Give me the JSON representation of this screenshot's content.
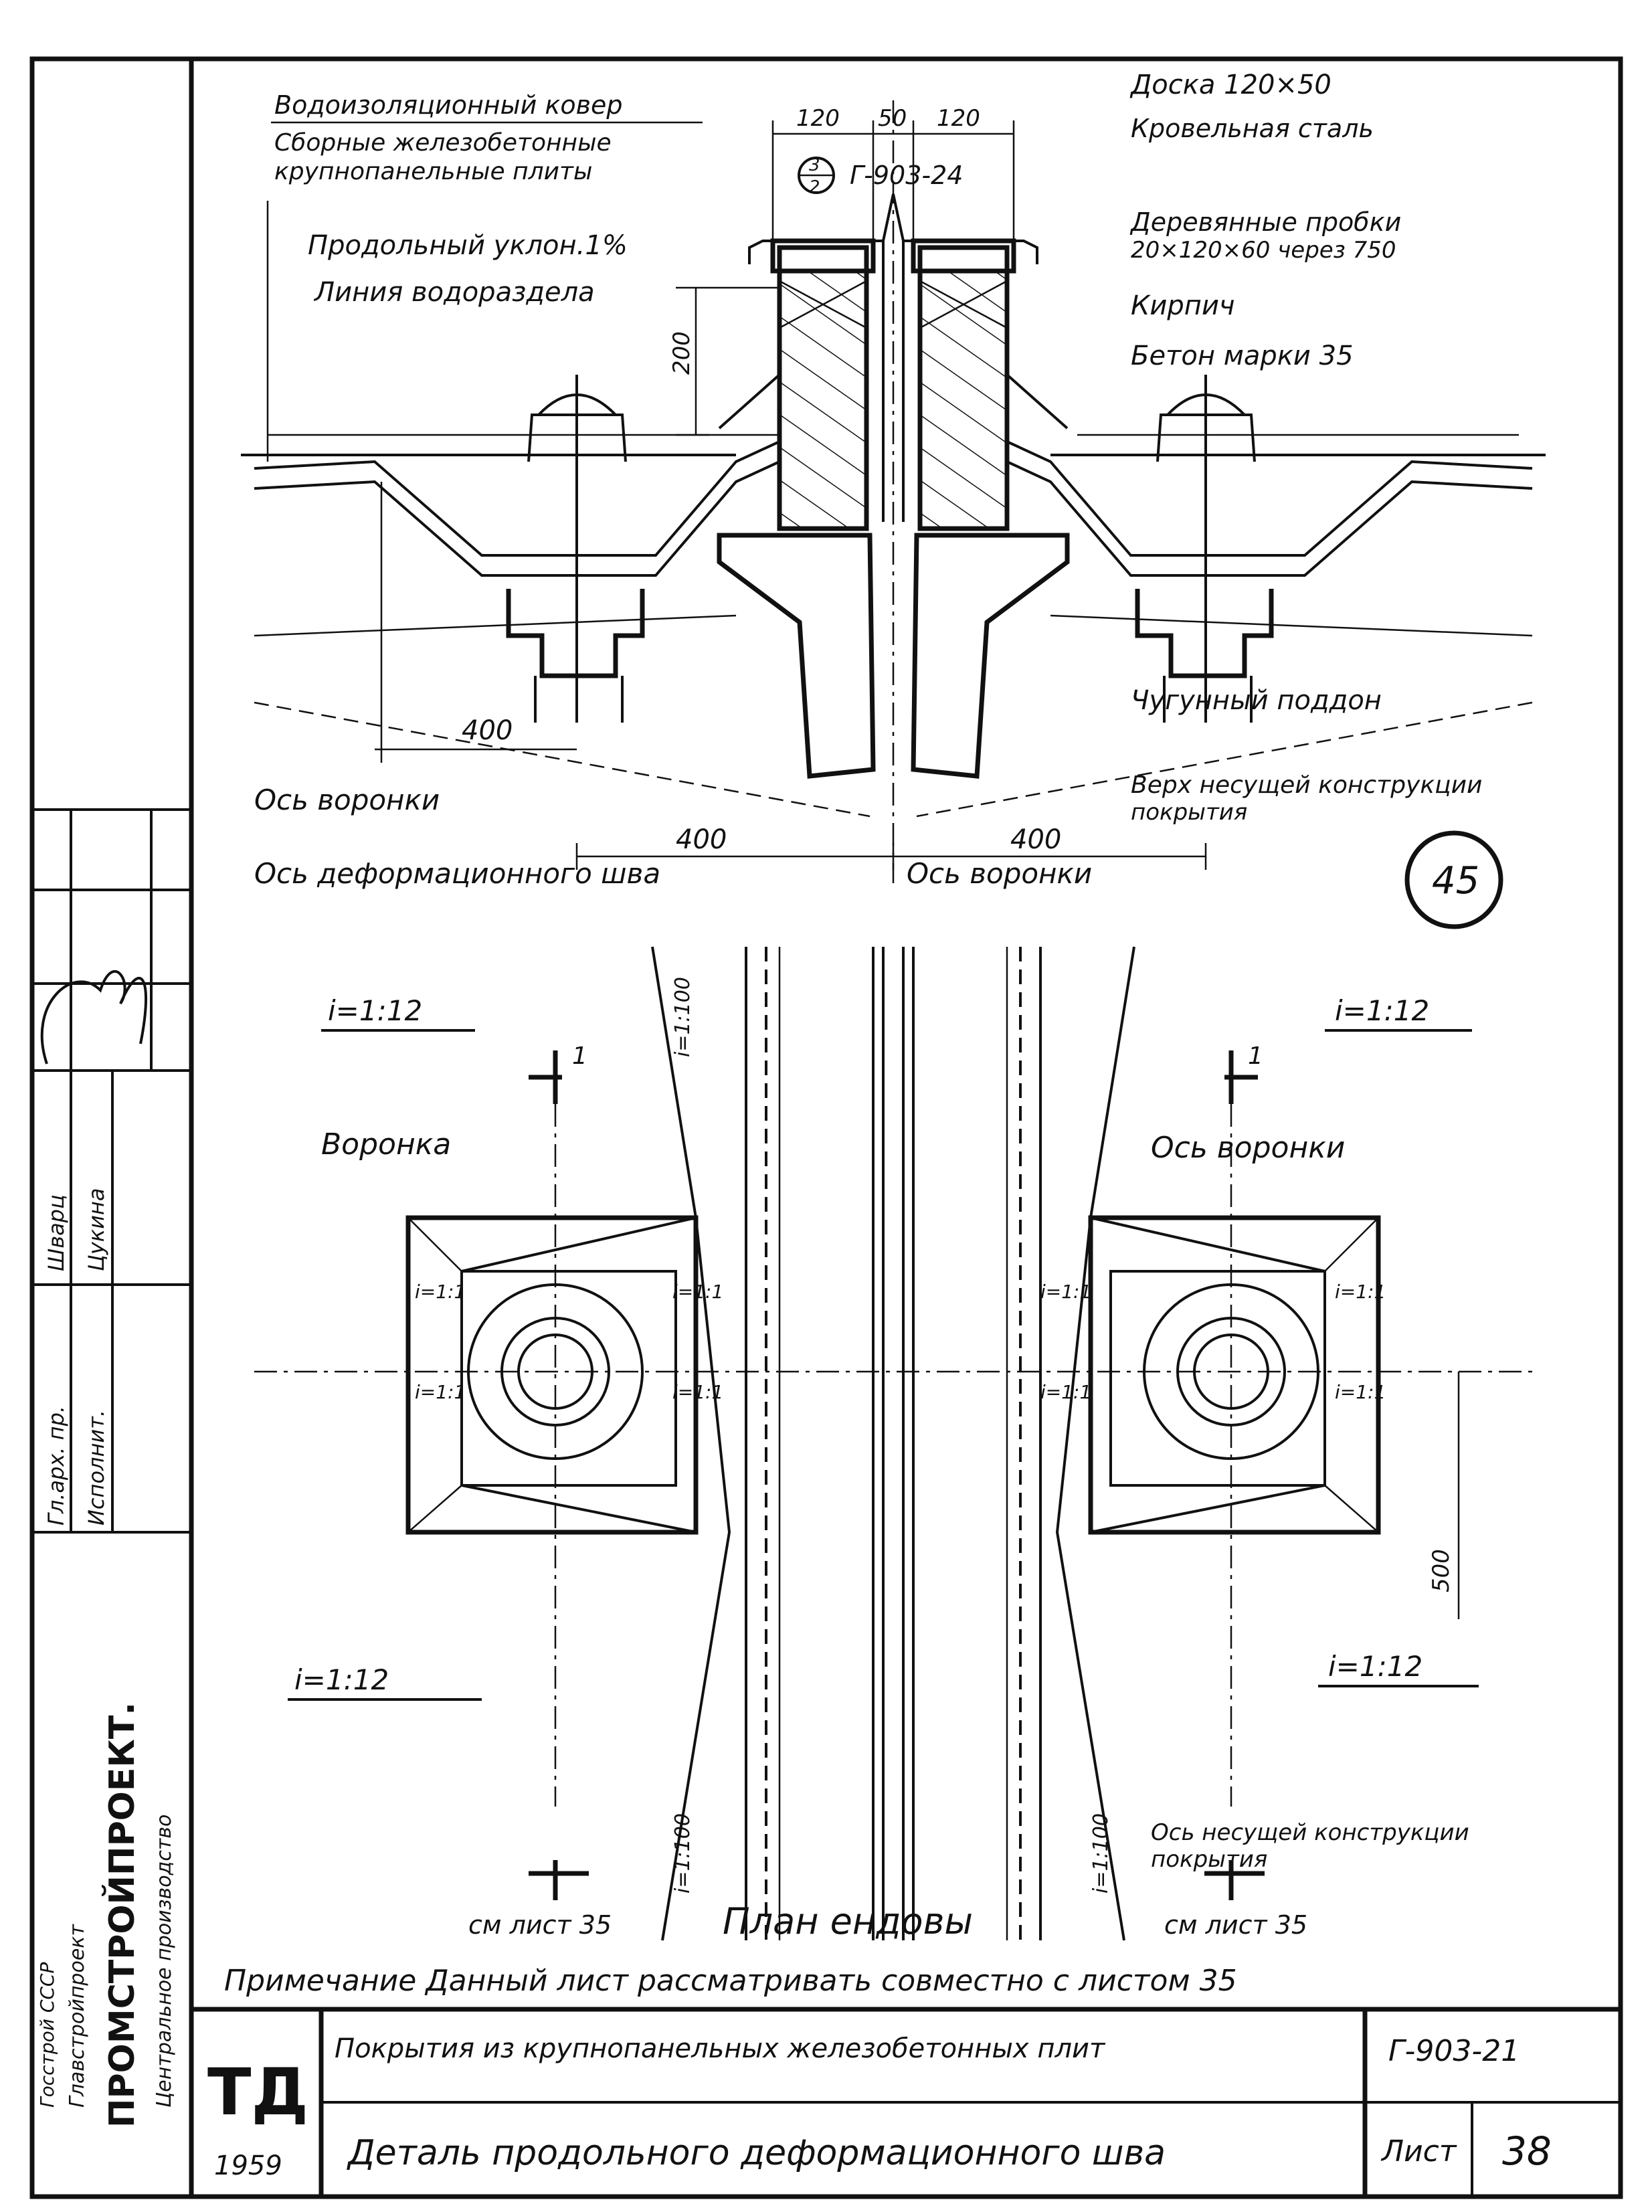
{
  "section": {
    "labels": {
      "waterproof": "Водоизоляционный ковер",
      "plates_1": "Сборные железобетонные",
      "plates_2": "крупнопанельные плиты",
      "slope": "Продольный уклон.1%",
      "ridge": "Линия водораздела",
      "board": "Доска 120×50",
      "roof_steel": "Кровельная сталь",
      "roof_steel_ref": "Г-903-24",
      "plugs_1": "Деревянные пробки",
      "plugs_2": "20×120×60 через 750",
      "brick": "Кирпич",
      "concrete": "Бетон марки 35",
      "cast_tray": "Чугунный поддон",
      "top_struct_1": "Верх несущей конструкции",
      "top_struct_2": "покрытия",
      "funnel_axis_left": "Ось воронки",
      "joint_axis": "Ось деформационного шва",
      "funnel_axis_right": "Ось воронки"
    },
    "dims": {
      "d120_left": "120",
      "d50": "50",
      "d120_right": "120",
      "d200": "200",
      "d400_section": "400",
      "d400_left": "400",
      "d400_right": "400"
    },
    "callout": {
      "top": "3",
      "bottom": "2"
    },
    "circle_number": "45"
  },
  "plan": {
    "slope_tl": "i=1:12",
    "slope_tr": "i=1:12",
    "slope_bl": "i=1:12",
    "slope_br": "i=1:12",
    "slope_vert_top": "i=1:100",
    "slope_vert_bottom_left": "i=1:100",
    "slope_vert_bottom_right": "i=1:100",
    "funnel": "Воронка",
    "funnel_axis": "Ось воронки",
    "box_slope": "i=1:1",
    "dim_500": "500",
    "cut_mark": "1",
    "struct_axis_1": "Ось несущей конструкции",
    "struct_axis_2": "покрытия",
    "ref_left": "см лист 35",
    "ref_right": "см лист 35",
    "title": "План ендовы",
    "note": "Примечание Данный лист рассматривать совместно с листом 35"
  },
  "stamp": {
    "org_line1": "Госстрой СССР",
    "org_line2": "Главстройпроект",
    "org_name": "ПРОМСТРОЙПРОЕКТ.",
    "org_line3": "Центральное производство",
    "role_chief": "Гл.арх. пр.",
    "name_chief": "Шварц",
    "role_exec": "Исполнит.",
    "name_exec": "Цукина",
    "logo": "ТД",
    "year": "1959",
    "title_1": "Покрытия из крупнопанельных железобетонных плит",
    "title_2": "Деталь продольного деформационного шва",
    "code": "Г-903-21",
    "sheet_label": "Лист",
    "sheet_no": "38"
  }
}
